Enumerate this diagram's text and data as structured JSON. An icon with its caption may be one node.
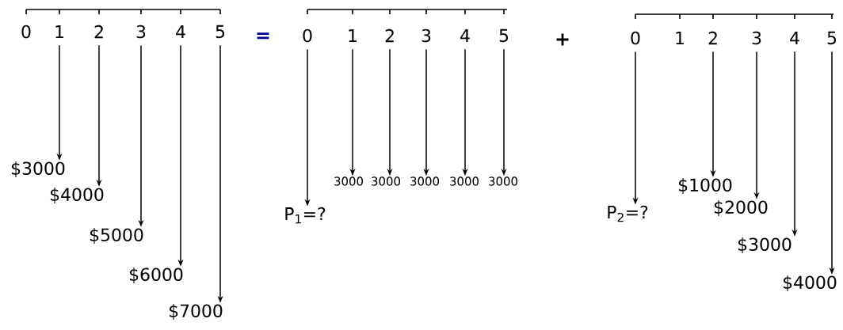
{
  "diagram": {
    "nodes": [
      {
        "text": [
          "0"
        ]
      },
      {
        "text": [
          "1"
        ]
      },
      {
        "text": [
          "2"
        ]
      },
      {
        "text": [
          "3"
        ]
      },
      {
        "text": [
          "4"
        ]
      },
      {
        "text": [
          "5"
        ]
      },
      {
        "text": [
          "$3000"
        ]
      },
      {
        "text": [
          "$4000"
        ]
      },
      {
        "text": [
          "$5000"
        ]
      },
      {
        "text": [
          "$6000"
        ]
      },
      {
        "text": [
          "$7000"
        ]
      },
      {
        "text": [
          "0"
        ]
      },
      {
        "text": [
          "1"
        ]
      },
      {
        "text": [
          "2"
        ]
      },
      {
        "text": [
          "3"
        ]
      },
      {
        "text": [
          "4"
        ]
      },
      {
        "text": [
          "5"
        ]
      },
      {
        "text": [
          "P$_{1}$=?"
        ]
      },
      {
        "text": [
          "3000"
        ]
      },
      {
        "text": [
          "3000"
        ]
      },
      {
        "text": [
          "3000"
        ]
      },
      {
        "text": [
          "3000"
        ]
      },
      {
        "text": [
          "3000"
        ]
      },
      {
        "text": [
          "0"
        ]
      },
      {
        "text": [
          "1"
        ]
      },
      {
        "text": [
          "2"
        ]
      },
      {
        "text": [
          "3"
        ]
      },
      {
        "text": [
          "4"
        ]
      },
      {
        "text": [
          "5"
        ]
      },
      {
        "text": [
          "P$_{2}$=?"
        ]
      },
      {
        "text": [
          "$1000"
        ]
      },
      {
        "text": [
          "$2000"
        ]
      },
      {
        "text": [
          "$3000"
        ]
      },
      {
        "text": [
          "$4000"
        ]
      }
    ],
    "edges": [
      {
        "from": 1,
        "to": 6,
        "arrow": "to"
      },
      {
        "from": 2,
        "to": 7,
        "arrow": "to"
      },
      {
        "from": 3,
        "to": 8,
        "arrow": "to"
      },
      {
        "from": 4,
        "to": 9,
        "arrow": "to"
      },
      {
        "from": 5,
        "to": 10,
        "arrow": "to"
      },
      {
        "from": 11,
        "to": 17,
        "arrow": "to"
      },
      {
        "from": 12,
        "to": 18,
        "arrow": "to"
      },
      {
        "from": 13,
        "to": 19,
        "arrow": "to"
      },
      {
        "from": 14,
        "to": 20,
        "arrow": "to"
      },
      {
        "from": 15,
        "to": 21,
        "arrow": "to"
      },
      {
        "from": 16,
        "to": 22,
        "arrow": "to"
      },
      {
        "from": 23,
        "to": 29,
        "arrow": "to"
      },
      {
        "from": 25,
        "to": 30,
        "arrow": "to"
      },
      {
        "from": 26,
        "to": 31,
        "arrow": "to"
      },
      {
        "from": 27,
        "to": 32,
        "arrow": "to"
      },
      {
        "from": 28,
        "to": 33,
        "arrow": "to"
      }
    ],
    "labels": [
      "=",
      "+"
    ]
  }
}
